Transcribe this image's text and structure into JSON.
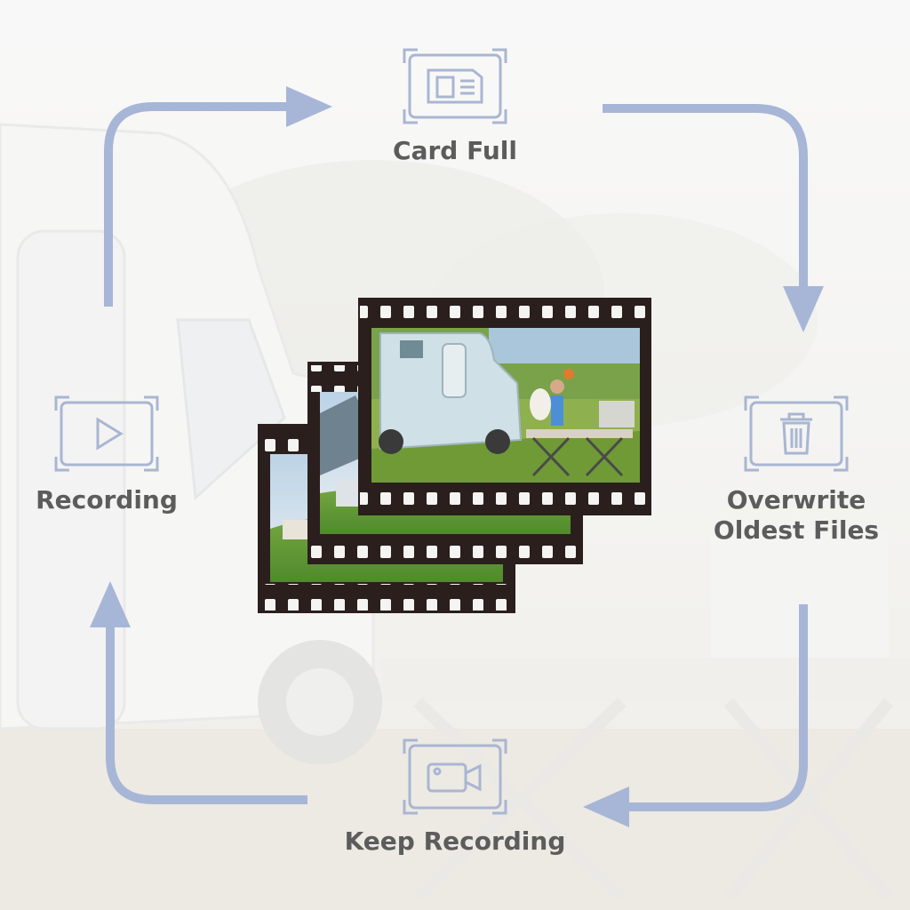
{
  "cycle": {
    "steps": [
      {
        "label": "Card Full",
        "icon": "sd-card-icon"
      },
      {
        "label": "Overwrite\nOldest Files",
        "icon": "trash-icon"
      },
      {
        "label": "Keep Recording",
        "icon": "video-camera-icon"
      },
      {
        "label": "Recording",
        "icon": "play-icon"
      }
    ],
    "arrow_color": "#9fb0d2",
    "icon_color": "#a9b6d2",
    "text_color": "#5c5c5c"
  },
  "film": {
    "frames": 3,
    "frame_color": "#2a1f1d",
    "scene": "camper van with child and dog"
  }
}
